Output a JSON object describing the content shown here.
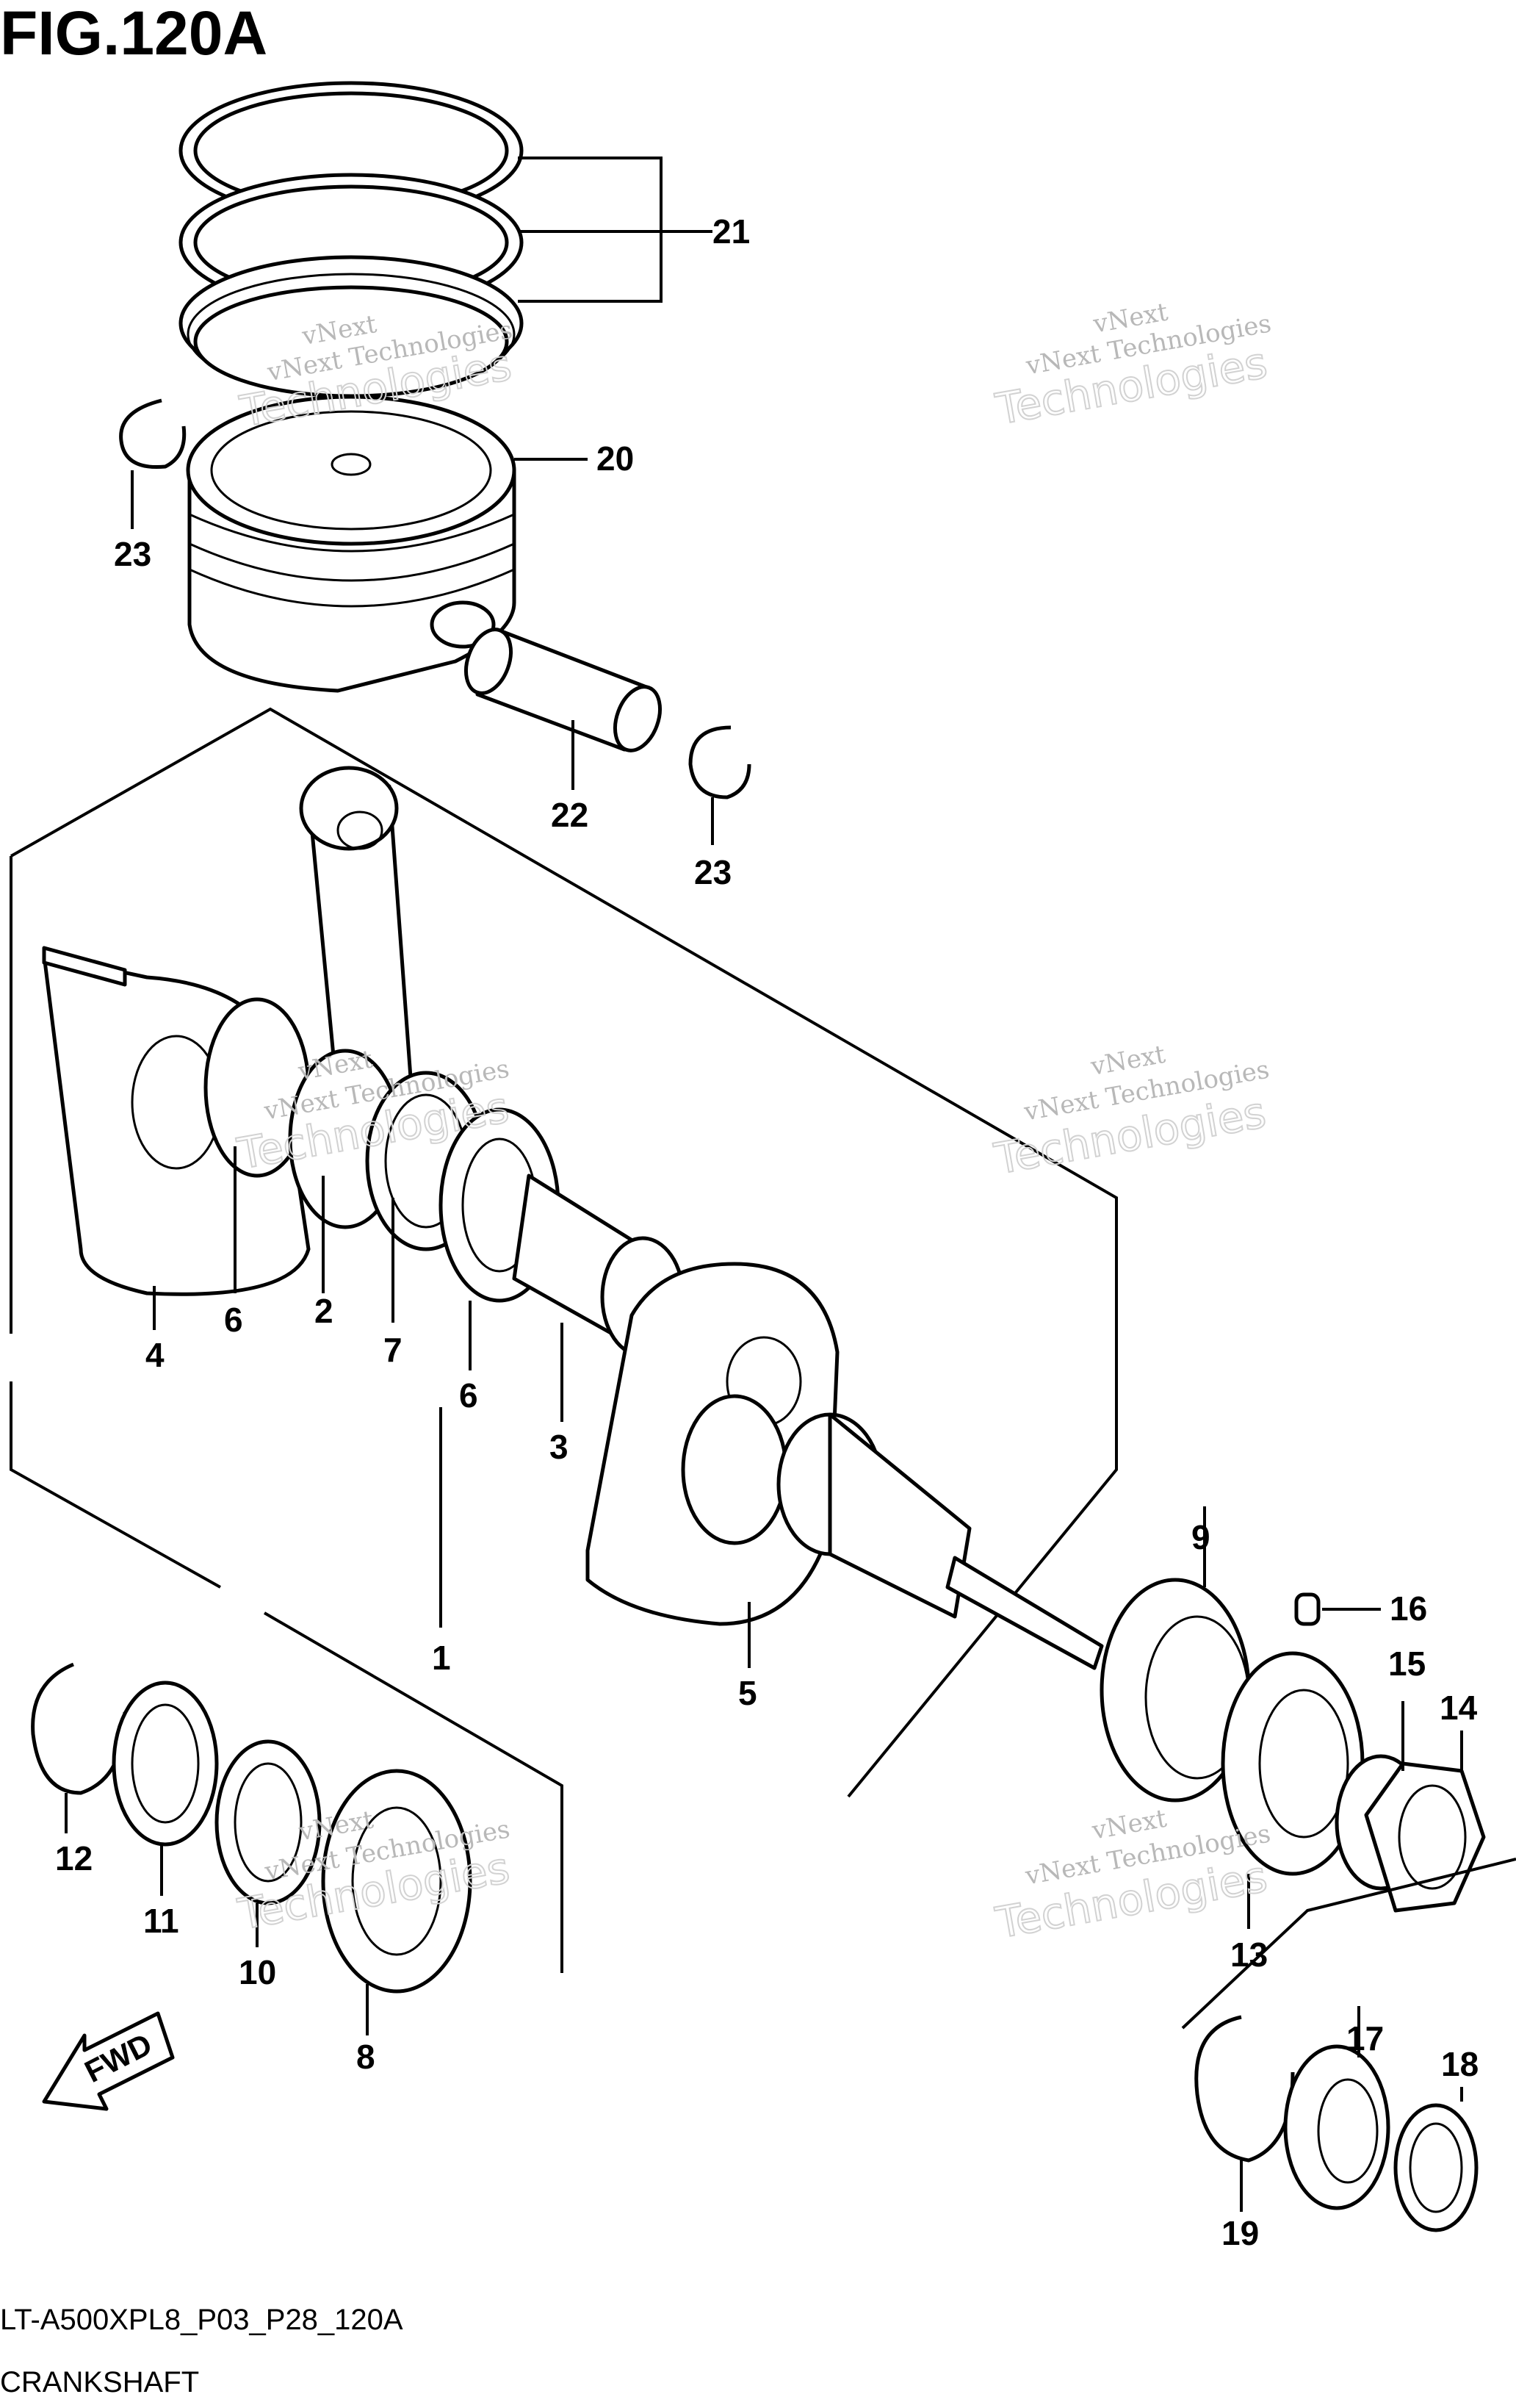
{
  "figure": {
    "title": "FIG.120A",
    "code": "LT-A500XPL8_P03_P28_120A",
    "name": "CRANKSHAFT"
  },
  "direction_label": "FWD",
  "watermark": {
    "line1": "vNext",
    "line2": "vNext Technologies",
    "line3": "Technologies"
  },
  "callouts": {
    "c1": "1",
    "c2": "2",
    "c3": "3",
    "c4": "4",
    "c5": "5",
    "c6a": "6",
    "c6b": "6",
    "c7": "7",
    "c8": "8",
    "c9": "9",
    "c10": "10",
    "c11": "11",
    "c12": "12",
    "c13": "13",
    "c14": "14",
    "c15": "15",
    "c16": "16",
    "c17": "17",
    "c18": "18",
    "c19": "19",
    "c20": "20",
    "c21": "21",
    "c22": "22",
    "c23a": "23",
    "c23b": "23"
  }
}
